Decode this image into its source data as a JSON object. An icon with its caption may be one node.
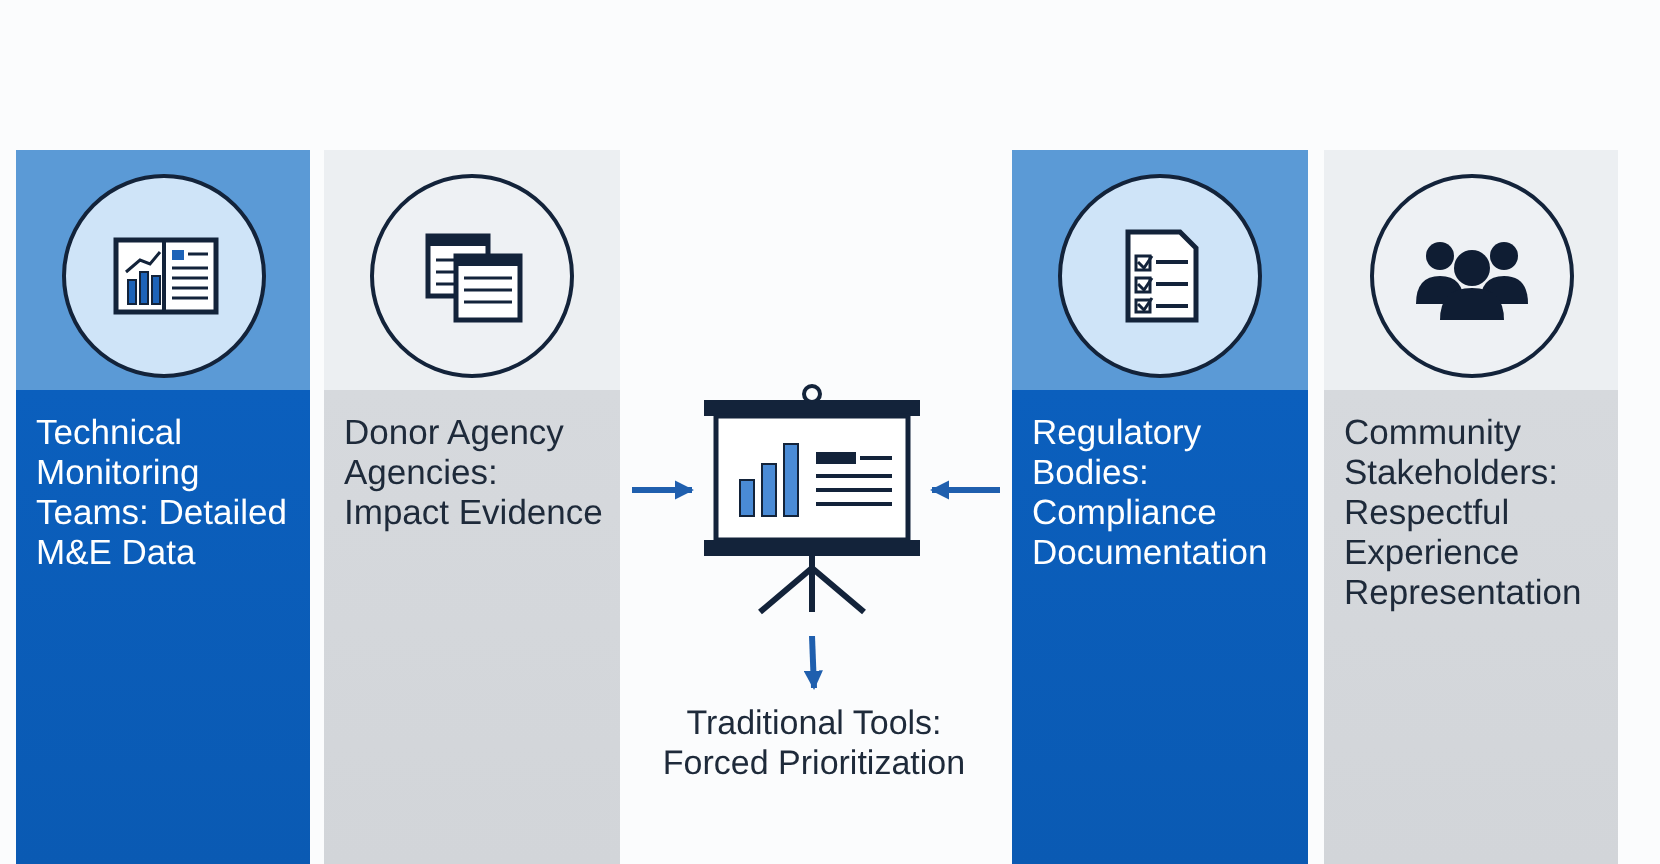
{
  "diagram": {
    "nodes": [
      {
        "text": [
          "Technical Monitoring Teams: Detailed M&E Data"
        ]
      },
      {
        "text": [
          "Donor Agency Agencies: Impact Evidence"
        ]
      },
      {
        "text": [],
        "shape": "picture"
      },
      {
        "text": [
          "Traditional Tools: Forced Prioritization"
        ]
      },
      {
        "text": [
          "Regulatory Bodies: Compliance Documentation"
        ]
      },
      {
        "text": [
          "Community Stakeholders: Respectful Experience Representation"
        ]
      }
    ],
    "edges": [
      {
        "from": 1,
        "to": 2,
        "arrow": "to"
      },
      {
        "from": 4,
        "to": 2,
        "arrow": "to"
      },
      {
        "from": 2,
        "to": 3,
        "arrow": "to"
      }
    ]
  }
}
